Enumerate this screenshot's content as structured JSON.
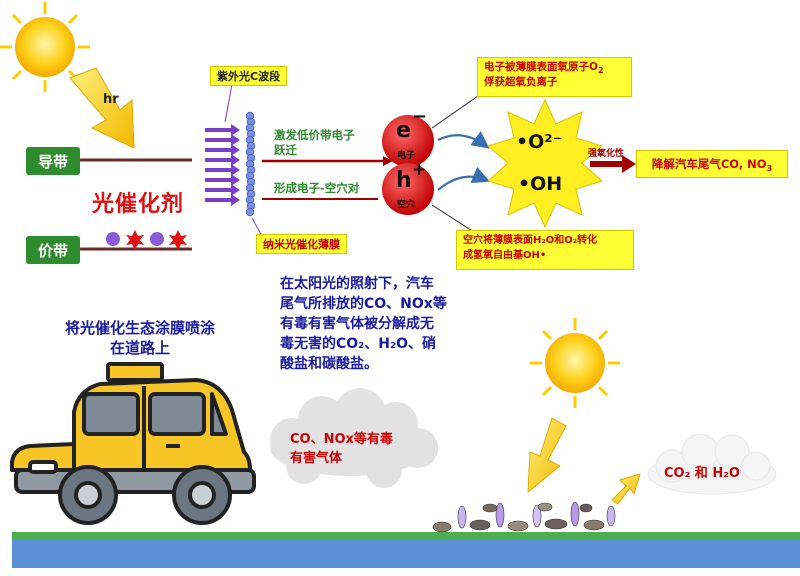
{
  "labels": {
    "hr": "hr",
    "conduction_band": "导带",
    "valence_band": "价带",
    "photocatalyst": "光催化剂",
    "uv_band": "紫外光C波段",
    "excite": "激发低价带电子",
    "transition": "跃迁",
    "pair": "形成电子-空穴对",
    "nano_film": "纳米光催化薄膜",
    "electron_symbol": "e",
    "electron_sign": "−",
    "electron_caption": "电子",
    "hole_symbol": "h",
    "hole_sign": "+",
    "hole_caption": "空穴",
    "superoxide": "•O²⁻",
    "hydroxyl": "•OH",
    "strong_oxidation": "强氧化性",
    "degrade": "降解汽车尾气CO, NO",
    "degrade_sub": "3",
    "note_top_line1": "电子被薄膜表面氧原子O",
    "note_top_sub": "2",
    "note_top_line2": "俘获超氧负离子",
    "note_bottom_line1": "空穴将薄膜表面H₂O和O₂转化",
    "note_bottom_line2": "成氢氧自由基OH•",
    "spray_line1": "将光催化生态涂膜喷涂",
    "spray_line2": "在道路上",
    "desc_line1": "在太阳光的照射下，汽车",
    "desc_line2": "尾气所排放的CO、NOx等",
    "desc_line3": "有毒有害气体被分解成无",
    "desc_line4": "毒无害的CO₂、H₂O、硝",
    "desc_line5": "酸盐和碳酸盐。",
    "cloud_line1": "CO、NOx等有毒",
    "cloud_line2": "有害气体",
    "output_line": "CO₂ 和 H₂O",
    "plus_sign": "+"
  },
  "colors": {
    "sun": "#ffd21a",
    "sun_ray": "#ffcc00",
    "band_green": "#2e8b2e",
    "arrow_purple": "#7a3fc8",
    "electron_red": "#e01010",
    "hole_red": "#e01010",
    "burst_yellow": "#ffee22",
    "note_yellow": "#ffff33",
    "dark_red": "#a00000",
    "car_yellow": "#f7c525",
    "road_blue": "#5b8fd6",
    "road_green": "#4caf50",
    "text_blue": "#1a1aa0"
  }
}
